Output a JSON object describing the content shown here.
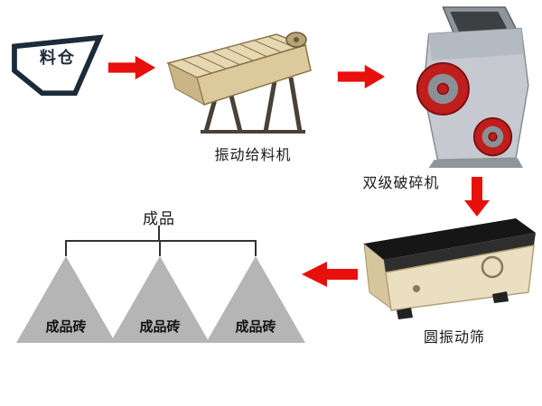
{
  "colors": {
    "arrow-color": "#e8100c",
    "triangle-color": "#b5b5b5",
    "hopper-outline": "#1c2b39",
    "text-color": "#1a1a1a"
  },
  "flow": {
    "hopper": {
      "label": "料仓"
    },
    "feeder": {
      "label": "振动给料机"
    },
    "crusher": {
      "label": "双级破碎机"
    },
    "screen": {
      "label": "圆振动筛"
    },
    "products": {
      "group_label": "成品",
      "items": [
        {
          "label": "成品砖"
        },
        {
          "label": "成品砖"
        },
        {
          "label": "成品砖"
        }
      ]
    }
  }
}
